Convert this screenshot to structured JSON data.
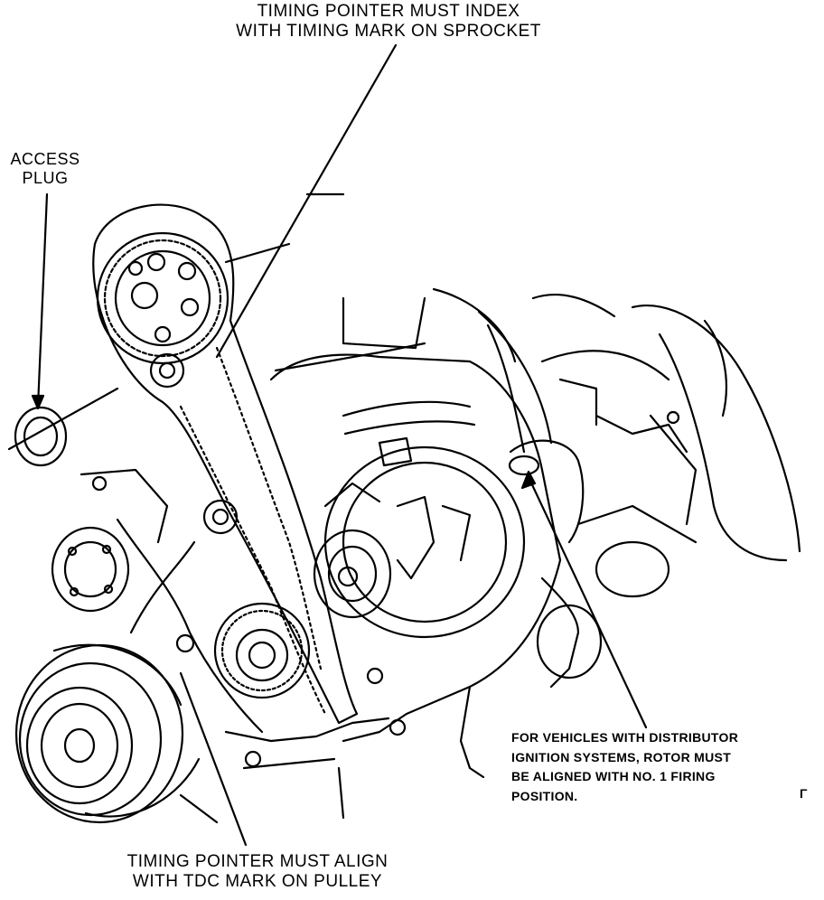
{
  "labels": {
    "timing_pointer_sprocket": "TIMING POINTER MUST INDEX\nWITH TIMING MARK ON SPROCKET",
    "access_plug": "ACCESS\nPLUG",
    "timing_pointer_pulley": "TIMING POINTER MUST ALIGN\nWITH TDC MARK ON PULLEY",
    "distributor_note": "FOR VEHICLES WITH DISTRIBUTOR\nIGNITION SYSTEMS, ROTOR MUST\nBE  ALIGNED  WITH  NO. 1  FIRING\nPOSITION.",
    "corner_mark": "Γ"
  },
  "colors": {
    "line": "#000000",
    "background": "#ffffff"
  }
}
